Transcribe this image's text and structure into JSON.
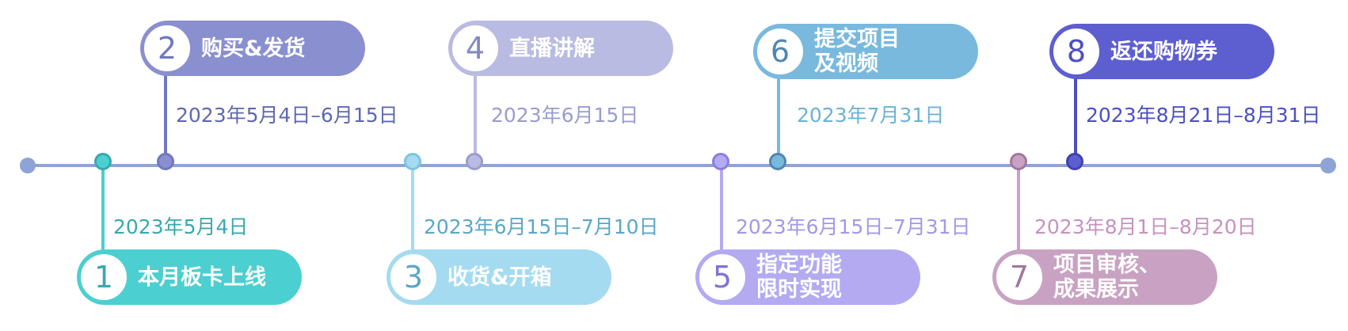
{
  "milestones": [
    {
      "num": "1",
      "line1": "本月板卡上线",
      "line2": "",
      "date": "2023年5月4日",
      "color": "#4ccfd0",
      "text_color": "#3aa8ae"
    },
    {
      "num": "2",
      "line1": "购买&发货",
      "line2": "",
      "date": "2023年5月4日–6月15日",
      "color": "#8a8fd0",
      "text_color": "#5f68b0"
    },
    {
      "num": "3",
      "line1": "收货&开箱",
      "line2": "",
      "date": "2023年6月15日–7月10日",
      "color": "#a4dbf0",
      "text_color": "#5aa7c8"
    },
    {
      "num": "4",
      "line1": "直播讲解",
      "line2": "",
      "date": "2023年6月15日",
      "color": "#b9bbe2",
      "text_color": "#9a9ccf"
    },
    {
      "num": "5",
      "line1": "指定功能",
      "line2": "限时实现",
      "date": "2023年6月15日–7月31日",
      "color": "#b3aaf2",
      "text_color": "#a497ea"
    },
    {
      "num": "6",
      "line1": "提交项目",
      "line2": "及视频",
      "date": "2023年7月31日",
      "color": "#79b9de",
      "text_color": "#6cb2d6"
    },
    {
      "num": "7",
      "line1": "项目审核、",
      "line2": "成果展示",
      "date": "2023年8月1日–8月20日",
      "color": "#c9a2c3",
      "text_color": "#c692bf"
    },
    {
      "num": "8",
      "line1": "返还购物券",
      "line2": "",
      "date": "2023年8月21日–8月31日",
      "color": "#5d5ecf",
      "text_color": "#4c4fc4"
    }
  ]
}
